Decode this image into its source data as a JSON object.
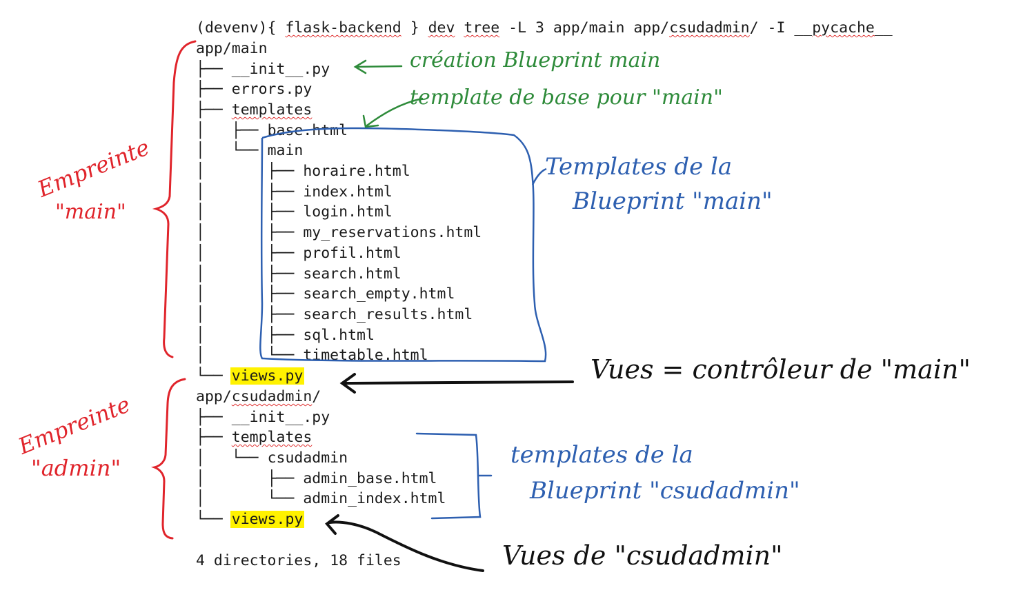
{
  "terminal": {
    "prompt_env": "(devenv){",
    "prompt_project": "flask-backend",
    "prompt_close": "}",
    "prompt_branch": "dev",
    "cmd_tree": "tree",
    "cmd_args1": "-L 3 app/main app/",
    "cmd_csudadmin": "csudadmin",
    "cmd_args2": "/ -I __",
    "cmd_pycache": "pycache",
    "cmd_tail": "__",
    "main_root": "app/main",
    "main_init_prefix": "├── ",
    "main_init": "__init__.py",
    "main_errors_prefix": "├── ",
    "main_errors": "errors.py",
    "main_templates_prefix": "├── ",
    "main_templates": "templates",
    "base_prefix": "│   ├── ",
    "base": "base.html",
    "main_dir_prefix": "│   └── ",
    "main_dir": "main",
    "main_files": [
      {
        "prefix": "│       ├── ",
        "name": "horaire.html"
      },
      {
        "prefix": "│       ├── ",
        "name": "index.html"
      },
      {
        "prefix": "│       ├── ",
        "name": "login.html"
      },
      {
        "prefix": "│       ├── ",
        "name": "my_reservations.html"
      },
      {
        "prefix": "│       ├── ",
        "name": "profil.html"
      },
      {
        "prefix": "│       ├── ",
        "name": "search.html"
      },
      {
        "prefix": "│       ├── ",
        "name": "search_empty.html"
      },
      {
        "prefix": "│       ├── ",
        "name": "search_results.html"
      },
      {
        "prefix": "│       ├── ",
        "name": "sql.html"
      },
      {
        "prefix": "│       └── ",
        "name": "timetable.html"
      }
    ],
    "main_views_prefix": "└── ",
    "main_views": "views.py",
    "admin_root_prefix": "app/",
    "admin_root_name": "csudadmin",
    "admin_root_suffix": "/",
    "admin_init_prefix": "├── ",
    "admin_init": "__init__.py",
    "admin_templates_prefix": "├── ",
    "admin_templates": "templates",
    "admin_dir_prefix": "│   └── ",
    "admin_dir": "csudadmin",
    "admin_files": [
      {
        "prefix": "│       ├── ",
        "name": "admin_base.html"
      },
      {
        "prefix": "│       └── ",
        "name": "admin_index.html"
      }
    ],
    "admin_views_prefix": "└── ",
    "admin_views": "views.py",
    "summary": "4 directories, 18 files"
  },
  "annotations": {
    "creation": "création Blueprint main",
    "template_base": "template de base pour \"main\"",
    "templates_main_1": "Templates de la",
    "templates_main_2": "Blueprint \"main\"",
    "empreinte_main_1": "Empreinte",
    "empreinte_main_2": "\"main\"",
    "vues_main": "Vues = contrôleur de \"main\"",
    "empreinte_admin_1": "Empreinte",
    "empreinte_admin_2": "\"admin\"",
    "templates_admin_1": "templates de la",
    "templates_admin_2": "Blueprint \"csudadmin\"",
    "vues_admin": "Vues de \"csudadmin\""
  },
  "colors": {
    "green": "#2e8b3a",
    "blue": "#2d5fb0",
    "red": "#e0242b",
    "highlight": "#fff200",
    "squiggle": "#e03030"
  }
}
